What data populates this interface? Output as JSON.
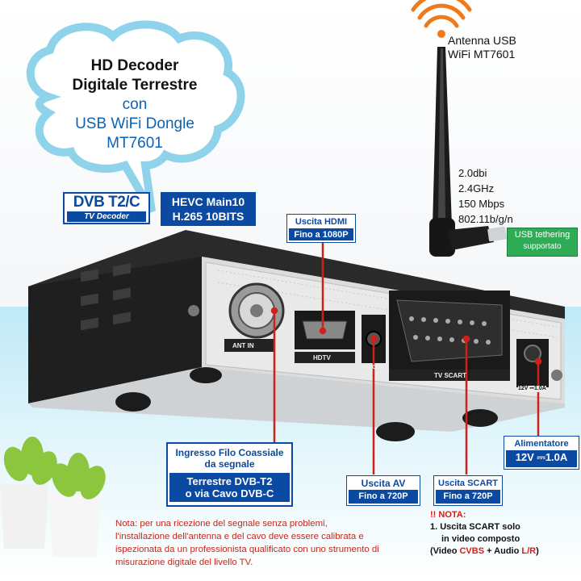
{
  "bubble": {
    "line1": "HD Decoder",
    "line2": "Digitale Terrestre",
    "line3": "con",
    "line4": "USB WiFi Dongle",
    "line5": "MT7601"
  },
  "badges": {
    "dvb_main": "DVB T2/C",
    "dvb_sub": "TV Decoder",
    "hevc_line1": "HEVC Main10",
    "hevc_line2": "H.265 10BITS"
  },
  "antenna": {
    "line1": "Antenna USB",
    "line2": "WiFi MT7601",
    "specs": [
      "2.0dbi",
      "2.4GHz",
      "150 Mbps",
      "802.11b/g/n"
    ],
    "tether_line1": "USB tethering",
    "tether_line2": "supportato"
  },
  "callouts": {
    "hdmi_title": "Uscita HDMI",
    "hdmi_res": "Fino a 1080P",
    "coax_line1": "Ingresso Filo Coassiale",
    "coax_line2": "da segnale",
    "coax_line3": "Terrestre DVB-T2",
    "coax_line4": "o via Cavo DVB-C",
    "av_title": "Uscita AV",
    "av_res": "Fino a 720P",
    "scart_title": "Uscita SCART",
    "scart_res": "Fino a 720P",
    "power_title": "Alimentatore",
    "power_value": "12V ⎓1.0A"
  },
  "device_labels": {
    "ant_in": "ANT IN",
    "hdtv": "HDTV",
    "av_out": "AV OUT",
    "tv_scart": "TV SCART",
    "power": "12V ⎓1.0A"
  },
  "note": "Nota: per una ricezione del segnale senza problemi, l'installazione dell'antenna e del cavo deve essere calibrata e ispezionata da un professionista qualificato con uno strumento di misurazione digitale del livello TV.",
  "nota_box": {
    "heading": "!! NOTA:",
    "line1": "1. Uscita SCART solo",
    "line2": "in video composto",
    "line3_pre": "(Video ",
    "line3_cvbs": "CVBS",
    "line3_mid": " + Audio ",
    "line3_lr": "L/R",
    "line3_post": ")"
  },
  "colors": {
    "brand_blue": "#0b4aa2",
    "accent_red": "#d0201a",
    "tether_green": "#2faa55"
  }
}
